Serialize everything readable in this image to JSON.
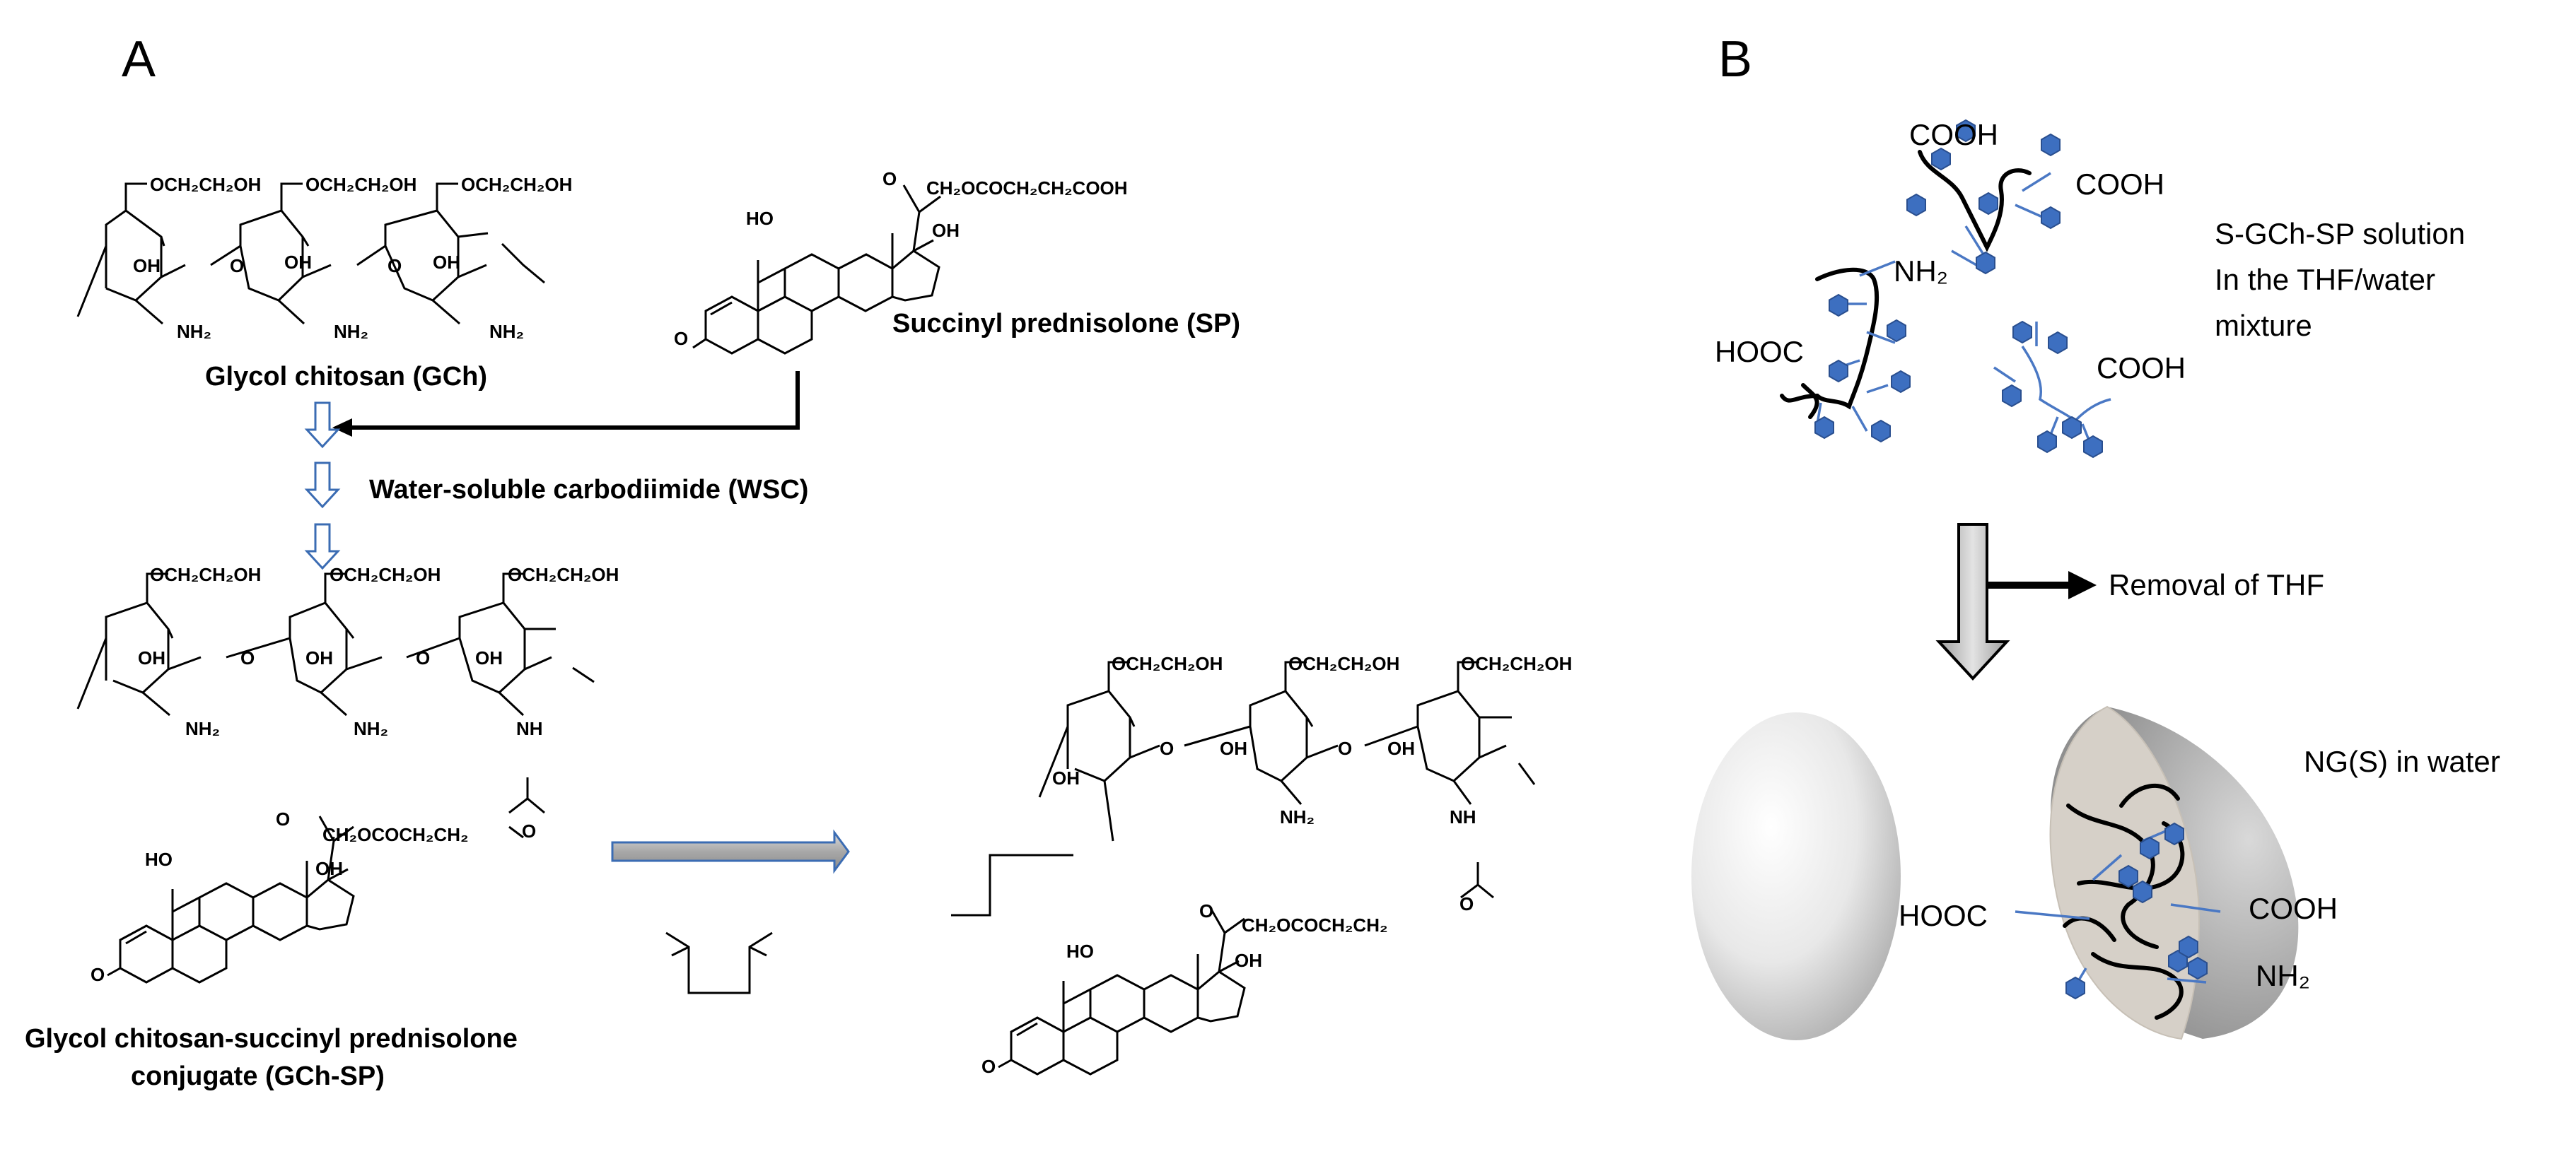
{
  "panels": {
    "a": "A",
    "b": "B"
  },
  "panel_a": {
    "gch_groups": [
      "OCH₂CH₂OH",
      "OCH₂CH₂OH",
      "OCH₂CH₂OH"
    ],
    "oh": "OH",
    "nh2": "NH₂",
    "ring_o": "O",
    "gch_label": "Glycol chitosan (GCh)",
    "sp_sidechain": "CH₂OCOCH₂CH₂COOH",
    "sp_ho": "HO",
    "sp_oh": "OH",
    "sp_keto": "O",
    "sp_label": "Succinyl prednisolone (SP)",
    "wsc_label": "Water-soluble carbodiimide (WSC)",
    "conj_sidechain": "CH₂OCOCH₂CH₂",
    "nh": "NH",
    "conj_label_line1": "Glycol chitosan-succinyl prednisolone",
    "conj_label_line2": "conjugate (GCh-SP)"
  },
  "panel_b": {
    "cooh": "COOH",
    "hooc": "HOOC",
    "nh2": "NH₂",
    "solution_line1": "S-GCh-SP solution",
    "solution_line2": "In the THF/water",
    "solution_line3": "mixture",
    "removal": "Removal of THF",
    "ng_label": "NG(S)  in water"
  },
  "colors": {
    "hexagon": "#3d6fc0",
    "hexagon_edge": "#2a4f8f",
    "arrow_fill": "#c8c8c8",
    "blue_arrow": "#3b6cb3",
    "sphere": "#e6e6e6"
  }
}
